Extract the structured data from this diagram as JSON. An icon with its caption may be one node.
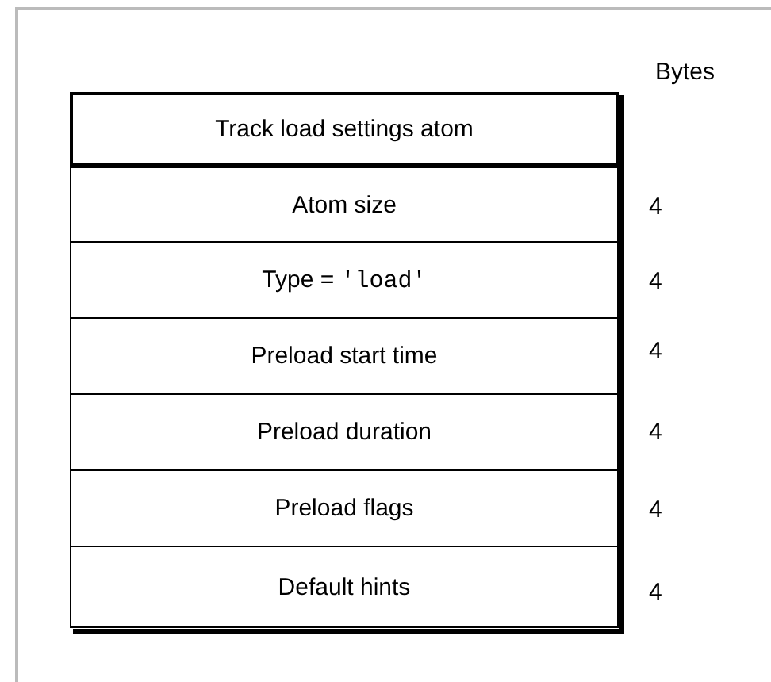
{
  "diagram": {
    "nodes": [
      {
        "text": [
          "Track load settings  atom"
        ]
      },
      {
        "text": [
          "Atom size"
        ],
        "beside": [
          "4"
        ]
      },
      {
        "text": [
          "Type = 'load'"
        ],
        "beside": [
          "4"
        ]
      },
      {
        "text": [
          "Preload start time"
        ],
        "beside": [
          "4"
        ]
      },
      {
        "text": [
          "Preload duration"
        ],
        "beside": [
          "4"
        ]
      },
      {
        "text": [
          "Preload flags"
        ],
        "beside": [
          "4"
        ]
      },
      {
        "text": [
          "Default hints"
        ],
        "beside": [
          "4"
        ]
      }
    ],
    "labels": [
      "Bytes"
    ]
  }
}
